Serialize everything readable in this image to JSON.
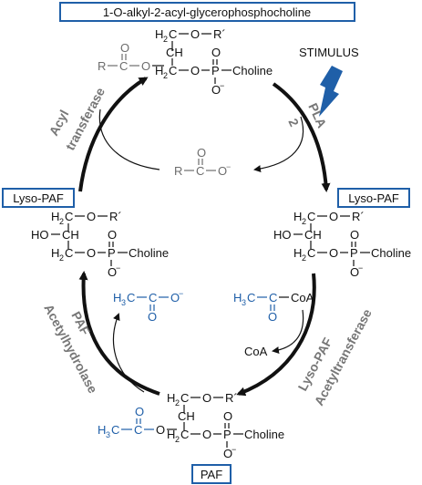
{
  "labels": {
    "top_box": "1-O-alkyl-2-acyl-glycerophosphocholine",
    "stimulus": "STIMULUS",
    "lyso_paf_left": "Lyso-PAF",
    "lyso_paf_right": "Lyso-PAF",
    "paf": "PAF"
  },
  "enzymes": {
    "pla2": "PLA",
    "pla2_sub": "2",
    "acyl_1": "Acyl",
    "acyl_2": "transferase",
    "paf_ah_1": "PAF",
    "paf_ah_2": "Acetylhydrolase",
    "lyso_at_1": "Lyso-PAF",
    "lyso_at_2": "Acetyltransferase"
  },
  "chem": {
    "choline": "Choline",
    "coa": "CoA",
    "h3c": "H",
    "h3c_sub": "3",
    "h3c_tail": "C",
    "h2": "H",
    "h2_sub": "2",
    "c": "C",
    "ch": "CH",
    "o": "O",
    "o_minus": "O",
    "minus": "−",
    "p": "P",
    "r": "R",
    "r_prime": "R´",
    "ho": "HO"
  },
  "colors": {
    "box_border": "#1f5fa8",
    "acetyl_blue": "#1f5fa8",
    "acyl_gray": "#6d6d6d",
    "stimulus_arrow": "#1f5fa8"
  }
}
